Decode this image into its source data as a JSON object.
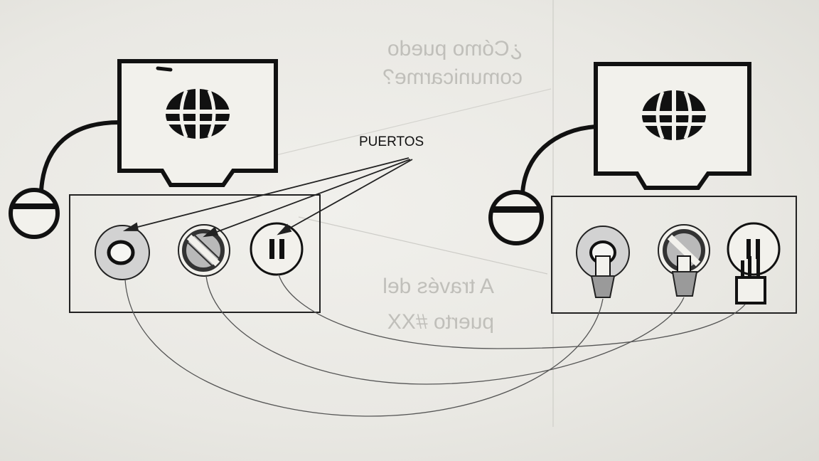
{
  "labels": {
    "ports": "PUERTOS"
  },
  "bleed_through": {
    "question_line1": "¿Cómo puedo",
    "question_line2": "comunicarme?",
    "answer_line1": "A través del",
    "answer_line2": "puerto #XX"
  },
  "colors": {
    "ink": "#111111",
    "paper": "#ecebe6",
    "ghost": "#b9b8b3",
    "port_fill_light": "#d2d2d2",
    "port_fill_dark": "#9a9a9a"
  },
  "left_computer": {
    "ports": [
      "circle-port",
      "prohibited-port",
      "pause-port"
    ]
  },
  "right_computer": {
    "ports": [
      "circle-plug-port",
      "prohibited-plug-port",
      "pause-plug-port"
    ]
  }
}
